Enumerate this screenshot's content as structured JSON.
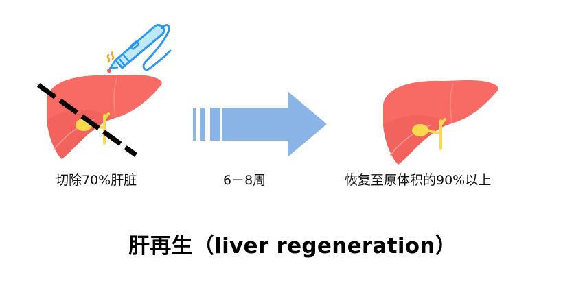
{
  "figure": {
    "title": "肝再生（liver regeneration）",
    "steps": [
      {
        "label": "切除70%肝脏",
        "icon": "liver-with-cut-icon"
      },
      {
        "label": "6－8周",
        "icon": "arrow-right-icon"
      },
      {
        "label": "恢复至原体积的90%以上",
        "icon": "liver-icon"
      }
    ],
    "colors": {
      "liver": "#f86a64",
      "liver_shadow": "#ee5a55",
      "gallbladder": "#fbd94e",
      "arrow": "#8ab4e6",
      "scalpel": "#2a97f0",
      "scalpel_fill": "#bfe8fb",
      "cut_line": "#000000",
      "spark": "#f5a623"
    }
  }
}
